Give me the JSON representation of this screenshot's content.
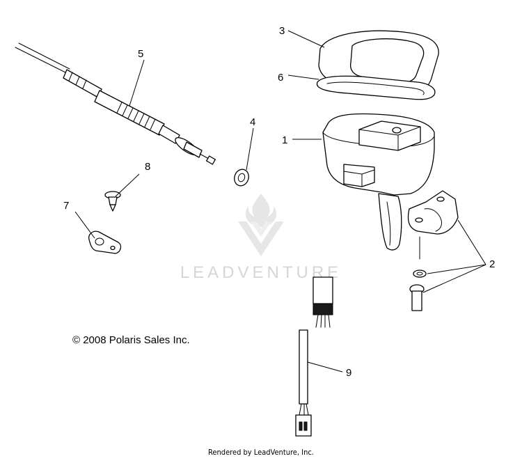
{
  "callouts": {
    "c1": "1",
    "c2": "2",
    "c3": "3",
    "c4": "4",
    "c5": "5",
    "c6": "6",
    "c7": "7",
    "c8": "8",
    "c9": "9"
  },
  "copyright": "© 2008 Polaris Sales Inc.",
  "footer": "Rendered by LeadVenture, Inc.",
  "watermark": {
    "text": "LEADVENTURE",
    "color": "#d6d6d6"
  }
}
